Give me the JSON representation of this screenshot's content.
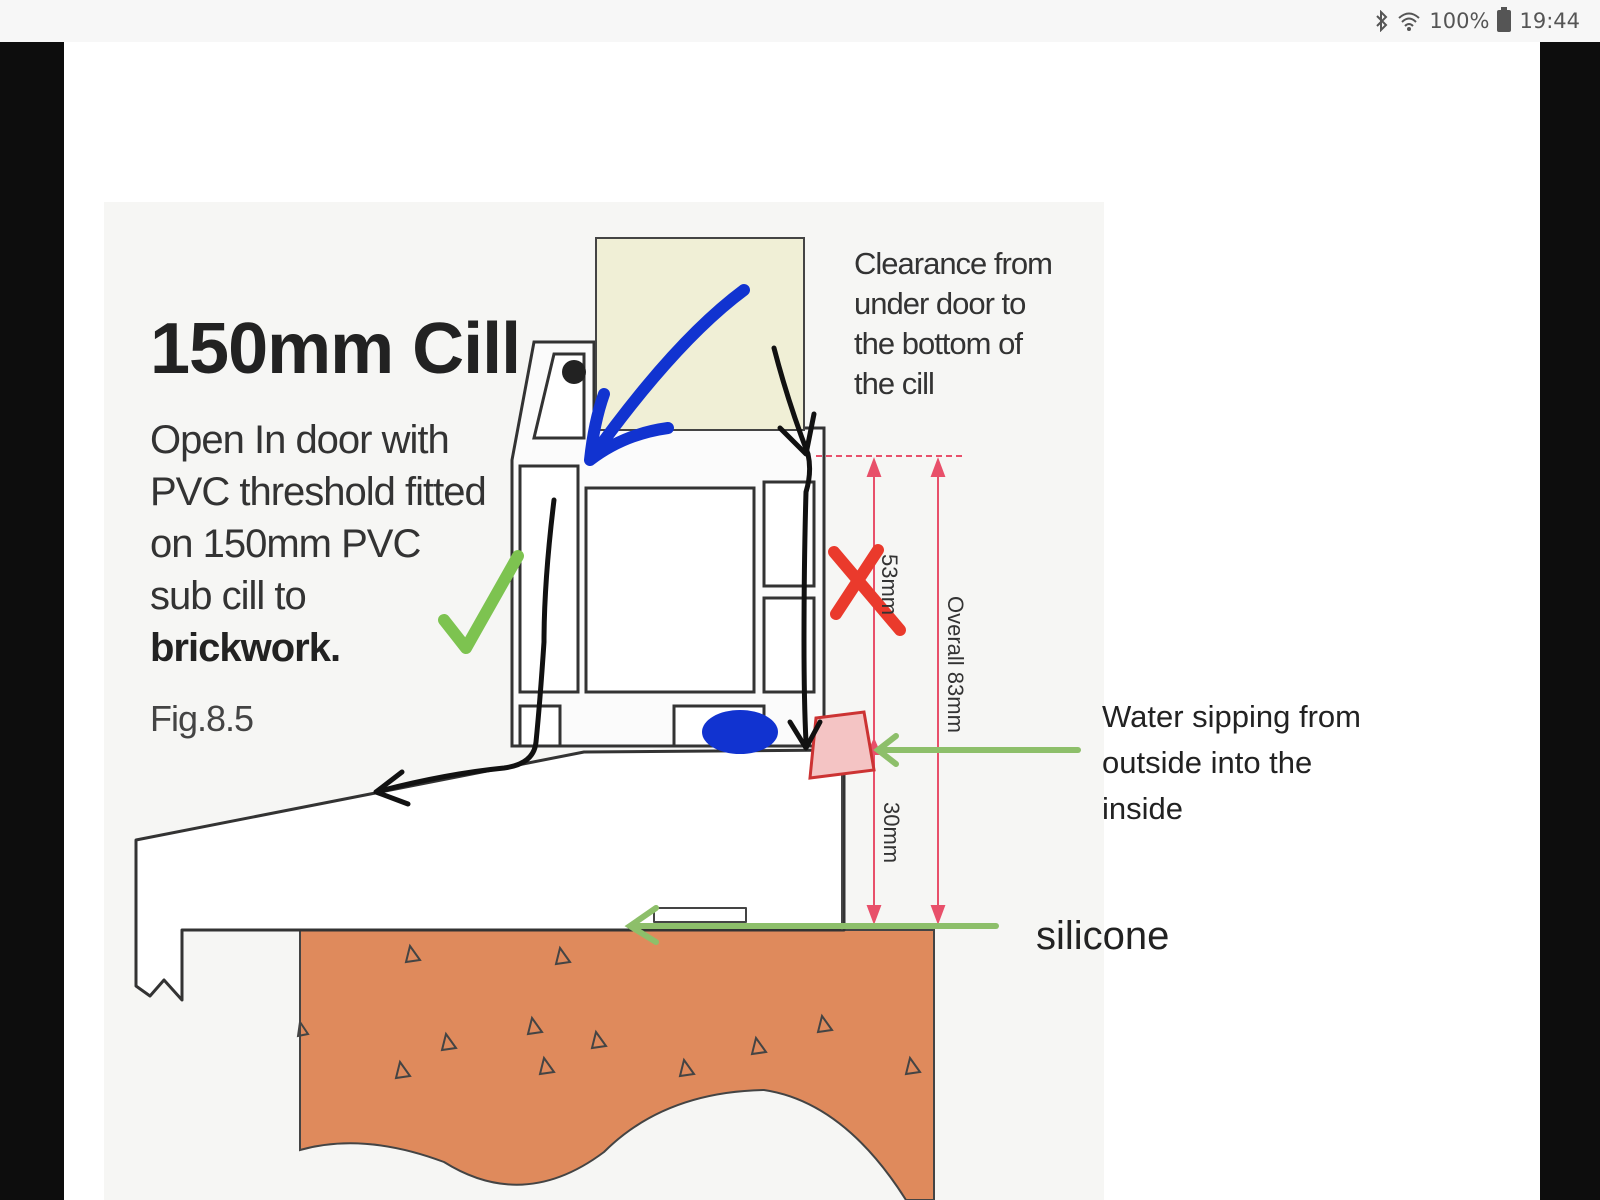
{
  "status_bar": {
    "battery": "100%",
    "time": "19:44",
    "icons": [
      "bluetooth-icon",
      "wifi-icon",
      "battery-icon"
    ]
  },
  "diagram": {
    "title": "150mm Cill",
    "description_lines": [
      "Open In door with",
      "PVC threshold fitted",
      "on 150mm PVC",
      "sub cill to"
    ],
    "description_bold": "brickwork.",
    "figure": "Fig.8.5",
    "clearance_lines": [
      "Clearance from",
      "under door to",
      "the bottom of",
      "the cill"
    ],
    "dimension_53": "53mm",
    "dimension_overall": "Overall 83mm",
    "dimension_30": "30mm"
  },
  "annotations": {
    "water_lines": [
      "Water sipping from",
      "outside into the",
      "inside"
    ],
    "silicone": "silicone"
  },
  "colors": {
    "brick": "#df8a5c",
    "door_leaf": "#f0efd6",
    "dimension_red": "#e8506a",
    "annotation_green": "#8dbf6a",
    "ink_blue": "#1133d0",
    "check_green": "#7dc350",
    "cross_red": "#ea3a2c"
  }
}
